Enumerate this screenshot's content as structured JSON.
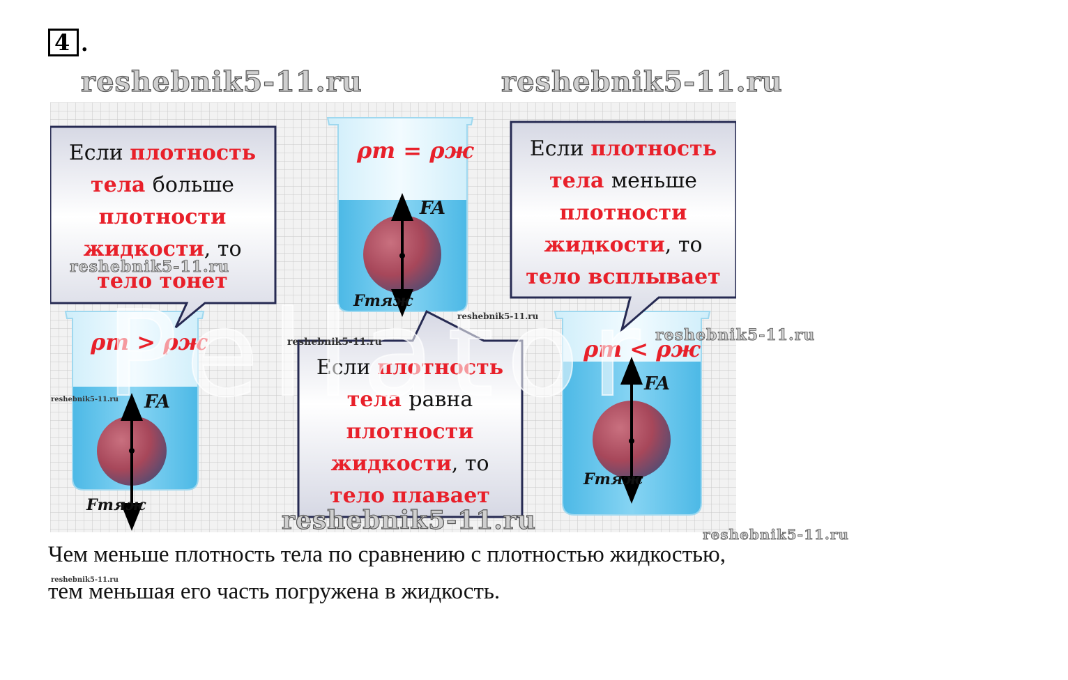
{
  "task_number": "4",
  "watermarks": {
    "site": "reshebnik5-11.ru",
    "overlay": "Pellator"
  },
  "figure": {
    "callouts": [
      {
        "id": "sinks",
        "lines": [
          [
            [
              "Если ",
              "black"
            ],
            [
              "плотность",
              "red"
            ]
          ],
          [
            [
              "тела ",
              "red"
            ],
            [
              "больше",
              "black"
            ]
          ],
          [
            [
              "плотности",
              "red"
            ]
          ],
          [
            [
              "жидкости",
              "red"
            ],
            [
              ", то",
              "black"
            ]
          ],
          [
            [
              "тело тонет",
              "red"
            ]
          ]
        ]
      },
      {
        "id": "rises",
        "lines": [
          [
            [
              "Если ",
              "black"
            ],
            [
              "плотность",
              "red"
            ]
          ],
          [
            [
              "тела ",
              "red"
            ],
            [
              "меньше",
              "black"
            ]
          ],
          [
            [
              "плотности",
              "red"
            ]
          ],
          [
            [
              "жидкости",
              "red"
            ],
            [
              ", то",
              "black"
            ]
          ],
          [
            [
              "тело всплывает",
              "red"
            ]
          ]
        ]
      },
      {
        "id": "floats",
        "lines": [
          [
            [
              "Если ",
              "black"
            ],
            [
              "плотность",
              "red"
            ]
          ],
          [
            [
              "тела ",
              "red"
            ],
            [
              "равна",
              "black"
            ]
          ],
          [
            [
              "плотности",
              "red"
            ]
          ],
          [
            [
              "жидкости",
              "red"
            ],
            [
              ", то",
              "black"
            ]
          ],
          [
            [
              "тело плавает",
              "red"
            ]
          ]
        ]
      }
    ],
    "beakers": [
      {
        "id": "equal",
        "formula": "ρт = ρж",
        "force_up": "FA",
        "force_down": "Fтяж"
      },
      {
        "id": "greater",
        "formula": "ρт > ρж",
        "force_up": "FA",
        "force_down": "Fтяж"
      },
      {
        "id": "less",
        "formula": "ρт < ρж",
        "force_up": "FA",
        "force_down": "Fтяж"
      }
    ]
  },
  "caption": {
    "line1": "Чем меньше плотность тела по сравнению с плотностью жидкостью,",
    "line2": "тем меньшая его часть погружена в жидкость."
  },
  "colors": {
    "red_text": "#e8202a",
    "water": "#5fc6ee",
    "water_light": "#bfe6f6",
    "ball": "#a7475a",
    "grid_bg": "#f2f2f2",
    "grid_line": "#c8c8c8",
    "callout_top": "#dadbe6",
    "callout_mid": "#ffffff"
  }
}
